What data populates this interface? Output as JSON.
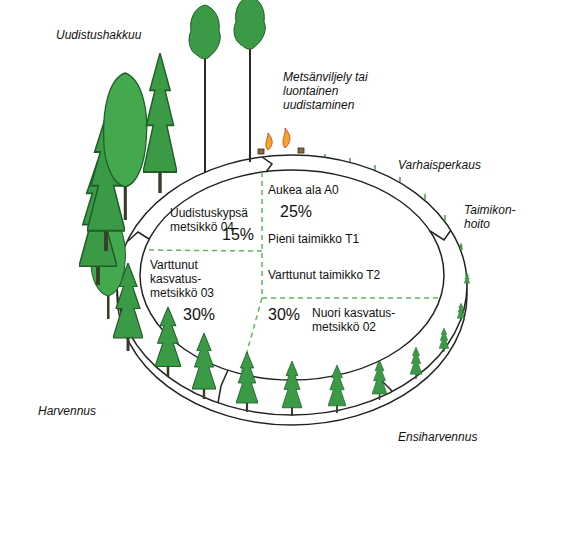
{
  "diagram": {
    "labels": [
      "Uudistushakkuu",
      "Metsänviljely tai luontainen uudistaminen",
      "Varhaisperkaus",
      "Aukea ala A0",
      "Uudistuskypsä metsikkö 04",
      "25%",
      "15%",
      "Pieni taimikko T1",
      "Taimikon- hoito",
      "Varttunut kasvatus- metsikkö 03",
      "Varttunut taimikko T2",
      "30%",
      "30%",
      "Nuori kasvatus- metsikkö 02",
      "Harvennus",
      "Ensiharvennus"
    ]
  }
}
